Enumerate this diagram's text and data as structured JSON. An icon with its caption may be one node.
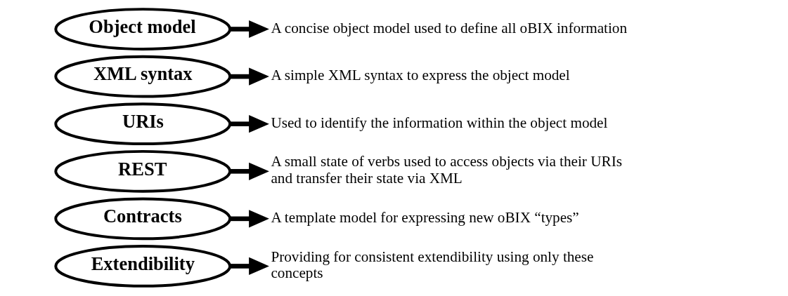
{
  "diagram": {
    "nodes": [
      {
        "text": [
          "Object model"
        ]
      },
      {
        "text": [
          "A concise object model used to define all oBIX information"
        ]
      },
      {
        "text": [
          "XML syntax"
        ]
      },
      {
        "text": [
          "A simple XML syntax to express the object model"
        ]
      },
      {
        "text": [
          "URIs"
        ]
      },
      {
        "text": [
          "Used to identify the information within the object model"
        ]
      },
      {
        "text": [
          "REST"
        ]
      },
      {
        "text": [
          "A small state of verbs used to access objects via their URIs and transfer their state via XML"
        ]
      },
      {
        "text": [
          "Contracts"
        ]
      },
      {
        "text": [
          "A template model for expressing new oBIX “types”"
        ]
      },
      {
        "text": [
          "Extendibility"
        ]
      },
      {
        "text": [
          "Providing for consistent extendibility using only these concepts"
        ]
      }
    ],
    "edges": [
      {
        "from": 0,
        "to": 1,
        "arrow": "to"
      },
      {
        "from": 2,
        "to": 3,
        "arrow": "to"
      },
      {
        "from": 4,
        "to": 5,
        "arrow": "to"
      },
      {
        "from": 6,
        "to": 7,
        "arrow": "to"
      },
      {
        "from": 8,
        "to": 9,
        "arrow": "to"
      },
      {
        "from": 10,
        "to": 11,
        "arrow": "to"
      }
    ]
  }
}
